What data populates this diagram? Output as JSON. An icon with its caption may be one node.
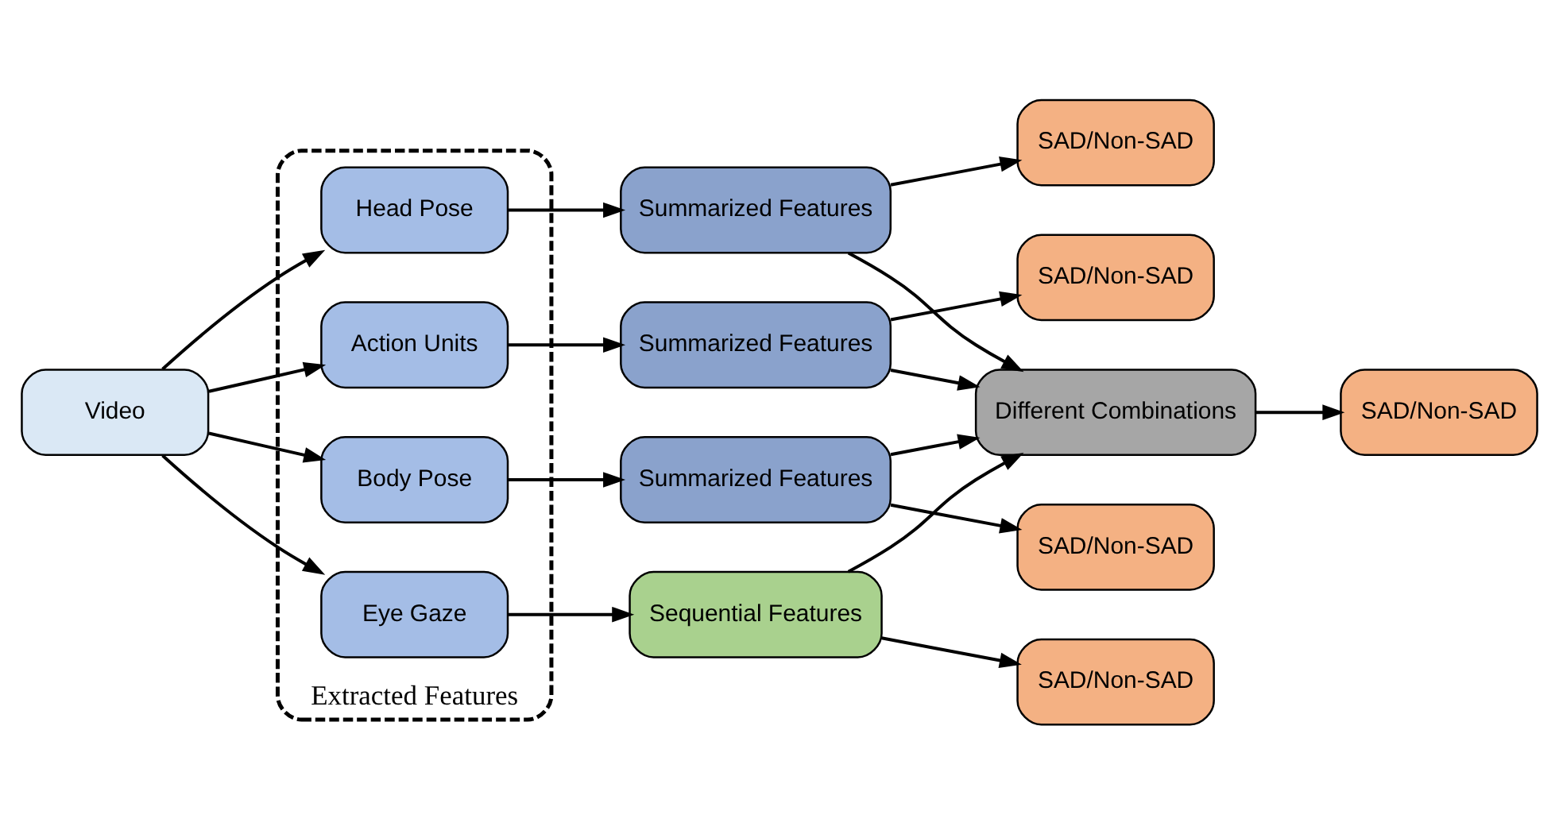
{
  "diagram": {
    "nodes": [
      {
        "text": [
          "Extracted Features"
        ]
      },
      {
        "text": [
          "Video"
        ]
      },
      {
        "text": [
          "Action Units"
        ],
        "in": 0
      },
      {
        "text": [
          "Head Pose"
        ],
        "in": 0
      },
      {
        "text": [
          "Body Pose"
        ],
        "in": 0
      },
      {
        "text": [
          "Eye Gaze"
        ],
        "in": 0
      },
      {
        "text": [
          "Summarized Features"
        ]
      },
      {
        "text": [
          "Summarized Features"
        ]
      },
      {
        "text": [
          "Summarized Features"
        ]
      },
      {
        "text": [
          "Sequential Features"
        ]
      },
      {
        "text": [
          "Different Combinations"
        ]
      },
      {
        "text": [
          "SAD/Non-SAD"
        ]
      },
      {
        "text": [
          "SAD/Non-SAD"
        ]
      },
      {
        "text": [
          "SAD/Non-SAD"
        ]
      },
      {
        "text": [
          "SAD/Non-SAD"
        ]
      },
      {
        "text": [
          "SAD/Non-SAD"
        ]
      }
    ],
    "edges": [
      {
        "from": 1,
        "to": 2,
        "arrow": "to"
      },
      {
        "from": 1,
        "to": 3,
        "arrow": "to"
      },
      {
        "from": 1,
        "to": 4,
        "arrow": "to"
      },
      {
        "from": 1,
        "to": 5,
        "arrow": "to"
      },
      {
        "from": 2,
        "to": 6,
        "arrow": "to"
      },
      {
        "from": 3,
        "to": 7,
        "arrow": "to"
      },
      {
        "from": 4,
        "to": 8,
        "arrow": "to"
      },
      {
        "from": 5,
        "to": 9,
        "arrow": "to"
      },
      {
        "from": 6,
        "to": 11,
        "arrow": "to"
      },
      {
        "from": 7,
        "to": 12,
        "arrow": "to"
      },
      {
        "from": 8,
        "to": 14,
        "arrow": "to"
      },
      {
        "from": 9,
        "to": 15,
        "arrow": "to"
      },
      {
        "from": 6,
        "to": 10,
        "arrow": "to"
      },
      {
        "from": 7,
        "to": 10,
        "arrow": "to"
      },
      {
        "from": 8,
        "to": 10,
        "arrow": "to"
      },
      {
        "from": 9,
        "to": 10,
        "arrow": "to"
      },
      {
        "from": 10,
        "to": 13,
        "arrow": "to"
      }
    ]
  }
}
